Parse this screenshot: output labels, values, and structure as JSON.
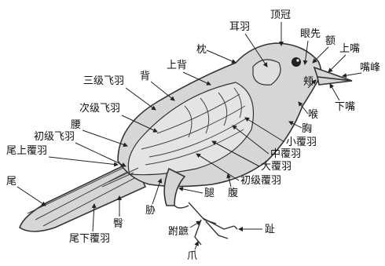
{
  "labels": {
    "crown": "顶冠",
    "ear_coverts": "耳羽",
    "lores": "眼先",
    "forehead": "额",
    "upper_mandible": "上嘴",
    "culmen": "嘴峰",
    "nape": "枕",
    "upper_back": "上背",
    "back": "背",
    "cheek": "颊",
    "lower_mandible": "下嘴",
    "tertials": "三级飞羽",
    "throat": "喉",
    "secondaries": "次级飞羽",
    "breast": "胸",
    "rump": "腰",
    "lesser_coverts": "小覆羽",
    "primaries": "初级飞羽",
    "median_coverts": "中覆羽",
    "uppertail_coverts": "尾上覆羽",
    "greater_coverts": "大覆羽",
    "primary_coverts": "初级覆羽",
    "tail": "尾",
    "leg": "腿",
    "belly": "腹",
    "flank": "胁",
    "vent": "臀",
    "toe": "趾",
    "undertail_coverts": "尾下覆羽",
    "tarsus": "跗蹠",
    "claw": "爪"
  },
  "colors": {
    "plumage": "#d6d6d6",
    "outline": "#333333",
    "text": "#111111"
  }
}
